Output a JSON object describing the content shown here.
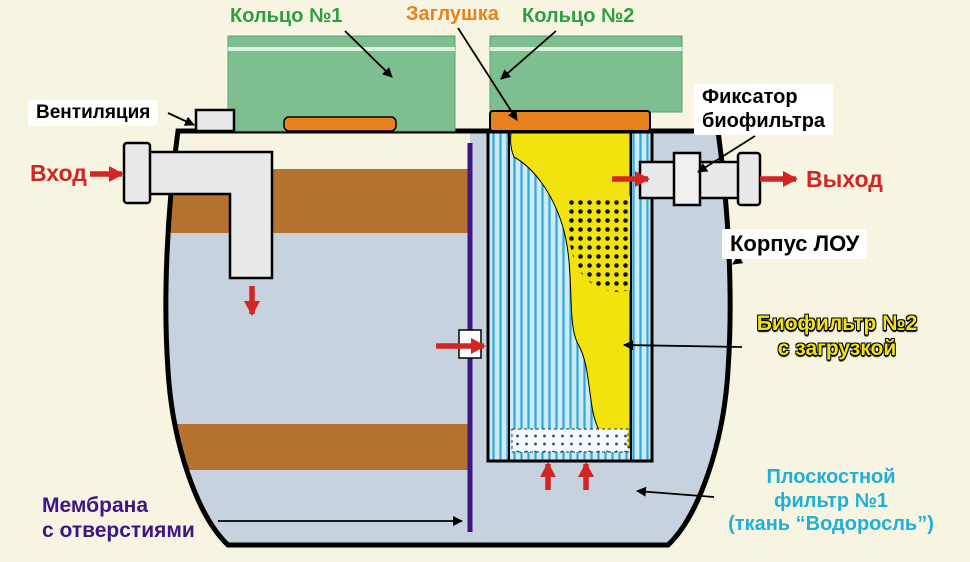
{
  "labels": {
    "ring1": "Кольцо №1",
    "plug": "Заглушка",
    "ring2": "Кольцо №2",
    "ventilation": "Вентиляция",
    "inlet": "Вход",
    "outlet": "Выход",
    "fixator_line1": "Фиксатор",
    "fixator_line2": "биофильтра",
    "body": "Корпус ЛОУ",
    "biofilter_line1": "Биофильтр №2",
    "biofilter_line2": "с загрузкой",
    "flat_filter_line1": "Плоскостной",
    "flat_filter_line2": "фильтр №1",
    "flat_filter_line3": "(ткань “Водоросль”)",
    "membrane_line1": "Мембрана",
    "membrane_line2": "с отверстиями"
  },
  "colors": {
    "background": "#f7f5e2",
    "ring_green": "#7dbf8e",
    "ring_stripe": "#ddefdd",
    "plug_orange": "#e8821c",
    "sediment_brown": "#b5722e",
    "water_blue": "#c6d3de",
    "air_cream": "#f7f5e2",
    "filter_yellow": "#f2e30e",
    "filter_stripe_blue": "#2fa8dc",
    "filter_light_blue": "#cdeaf7",
    "membrane_purple": "#3d1585",
    "pipe_gray": "#e9e9e9",
    "arrow_red": "#d42525",
    "label_green": "#2f9e43",
    "label_cyan": "#1fb0d8",
    "outline": "#000000"
  }
}
